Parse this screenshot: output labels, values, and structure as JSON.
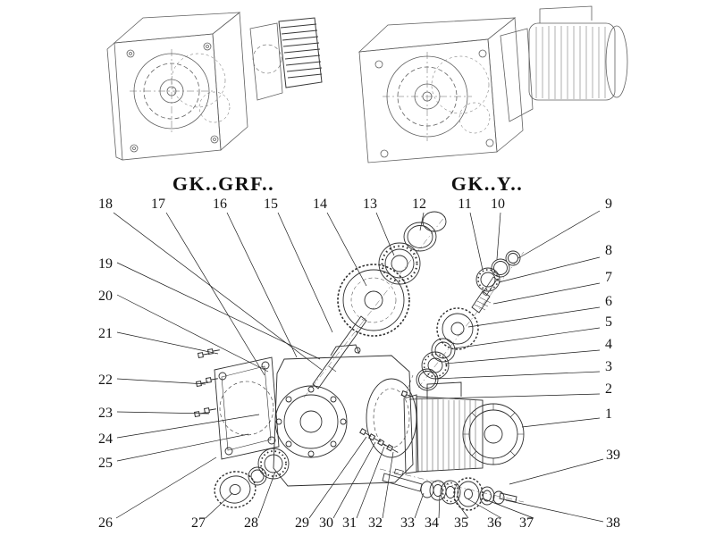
{
  "diagram": {
    "left_model": "GK..GRF..",
    "right_model": "GK..Y.."
  },
  "callouts": {
    "c1": "1",
    "c2": "2",
    "c3": "3",
    "c4": "4",
    "c5": "5",
    "c6": "6",
    "c7": "7",
    "c8": "8",
    "c9": "9",
    "c10": "10",
    "c11": "11",
    "c12": "12",
    "c13": "13",
    "c14": "14",
    "c15": "15",
    "c16": "16",
    "c17": "17",
    "c18": "18",
    "c19": "19",
    "c20": "20",
    "c21": "21",
    "c22": "22",
    "c23": "23",
    "c24": "24",
    "c25": "25",
    "c26": "26",
    "c27": "27",
    "c28": "28",
    "c29": "29",
    "c30": "30",
    "c31": "31",
    "c32": "32",
    "c33": "33",
    "c34": "34",
    "c35": "35",
    "c36": "36",
    "c37": "37",
    "c38": "38",
    "c39": "39"
  }
}
